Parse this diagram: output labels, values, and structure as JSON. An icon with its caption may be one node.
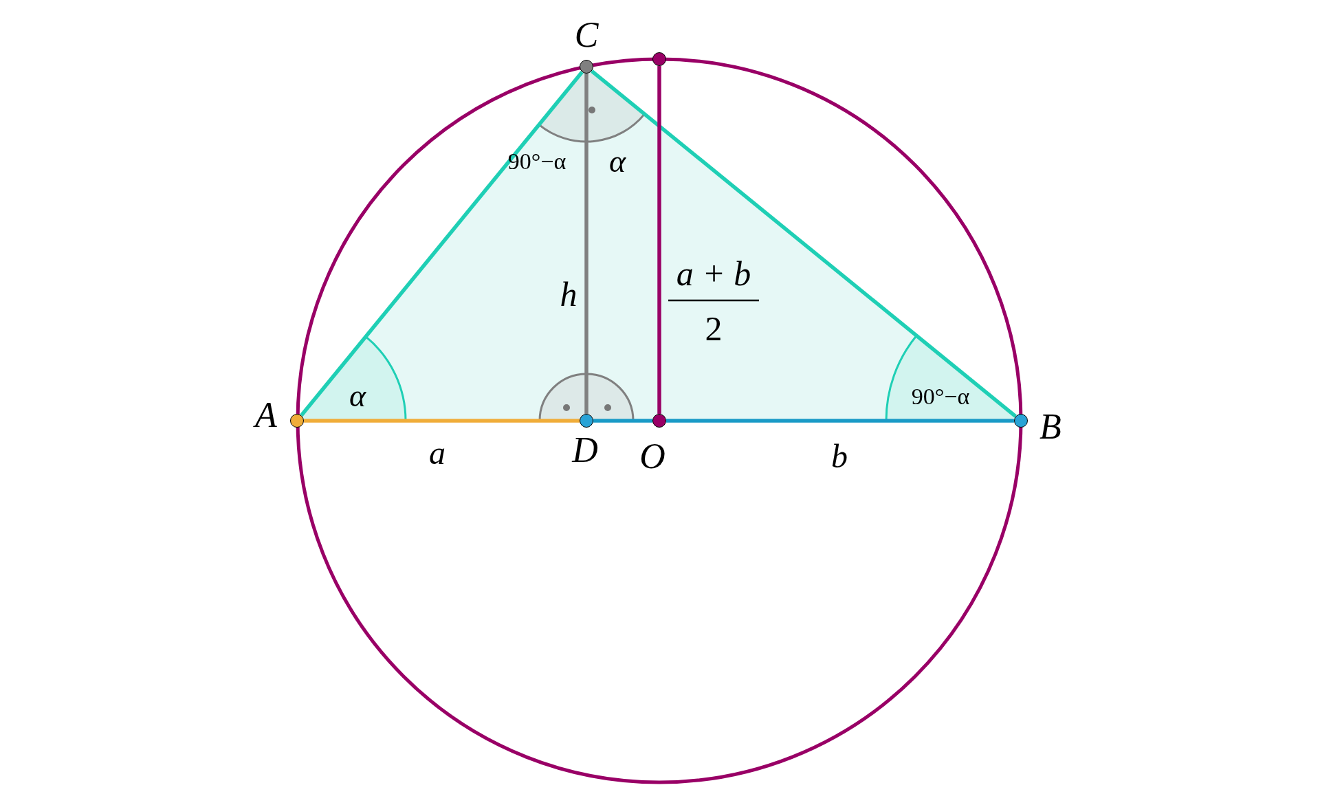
{
  "diagram": {
    "nodes": [
      {
        "text": [
          "C"
        ]
      },
      {
        "text": [],
        "shape": "circle"
      },
      {
        "text": [
          "A"
        ]
      },
      {
        "text": [
          "D"
        ]
      },
      {
        "text": [
          "O"
        ]
      },
      {
        "text": [
          "B"
        ]
      }
    ],
    "edges": [
      {
        "from": 2,
        "to": 0,
        "arrow": "none",
        "color": "#1fcfb5"
      },
      {
        "from": 0,
        "to": 5,
        "arrow": "none",
        "color": "#1fcfb5"
      },
      {
        "from": 2,
        "to": 3,
        "arrow": "none",
        "color": "#f0ad3a"
      },
      {
        "from": 3,
        "to": 4,
        "arrow": "none",
        "color": "#1a9bc7"
      },
      {
        "from": 4,
        "to": 5,
        "arrow": "none",
        "color": "#1a9bc7"
      },
      {
        "from": 0,
        "to": 3,
        "arrow": "none",
        "color": "#808080"
      },
      {
        "from": 4,
        "to": 1,
        "arrow": "none",
        "color": "#990066"
      }
    ],
    "labels": [
      "90°−α",
      "α",
      "h",
      "a + b",
      "2",
      "α",
      "90°−α",
      "a",
      "b"
    ]
  }
}
